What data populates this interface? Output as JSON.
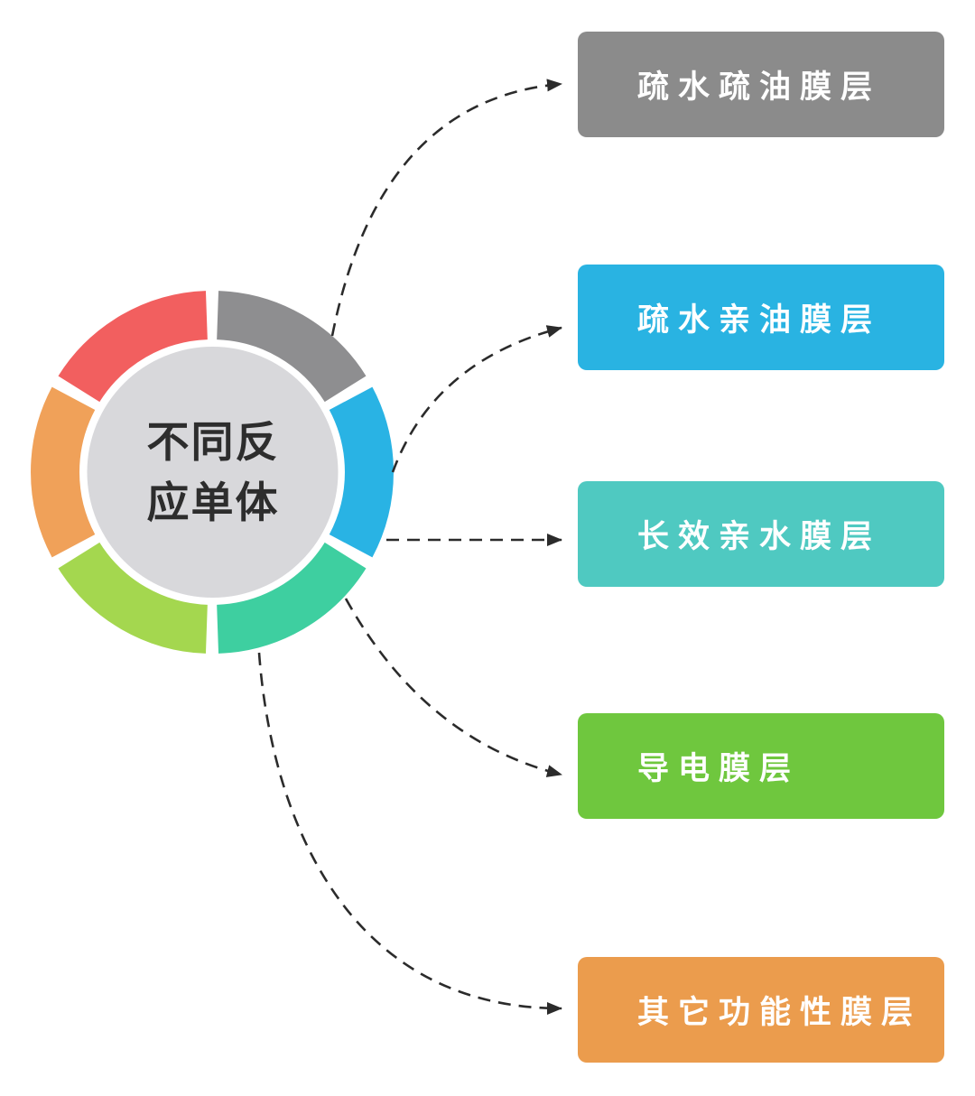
{
  "diagram": {
    "center": {
      "label_lines": [
        "不同反",
        "应单体"
      ],
      "circle_color": "#d8d8db",
      "text_color": "#2d2d2d"
    },
    "ring_segments": [
      {
        "position": "top-right",
        "color": "#8e8e90"
      },
      {
        "position": "right",
        "color": "#29b3e4"
      },
      {
        "position": "bottom-right",
        "color": "#3ecfa0"
      },
      {
        "position": "bottom-left",
        "color": "#a4d74f"
      },
      {
        "position": "left",
        "color": "#f0a159"
      },
      {
        "position": "top-left",
        "color": "#f25f5f"
      }
    ],
    "connector_color": "#2b2b2b",
    "boxes": [
      {
        "label": "疏水疏油膜层",
        "color": "#8b8b8b"
      },
      {
        "label": "疏水亲油膜层",
        "color": "#29b3e2"
      },
      {
        "label": "长效亲水膜层",
        "color": "#4fc9c1"
      },
      {
        "label": "导电膜层",
        "color": "#6fc73e"
      },
      {
        "label": "其它功能性膜层",
        "color": "#eb9c4d"
      }
    ]
  }
}
